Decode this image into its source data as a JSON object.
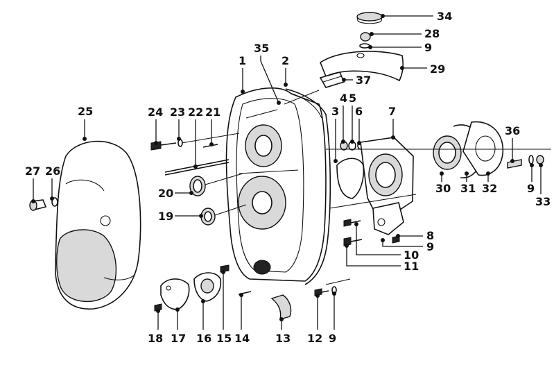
{
  "callouts": [
    {
      "id": "c34",
      "text": "34"
    },
    {
      "id": "c28",
      "text": "28"
    },
    {
      "id": "c9a",
      "text": "9"
    },
    {
      "id": "c29",
      "text": "29"
    },
    {
      "id": "c35",
      "text": "35"
    },
    {
      "id": "c1",
      "text": "1"
    },
    {
      "id": "c2",
      "text": "2"
    },
    {
      "id": "c37",
      "text": "37"
    },
    {
      "id": "c25",
      "text": "25"
    },
    {
      "id": "c24",
      "text": "24"
    },
    {
      "id": "c23",
      "text": "23"
    },
    {
      "id": "c22",
      "text": "22"
    },
    {
      "id": "c21",
      "text": "21"
    },
    {
      "id": "c4",
      "text": "4"
    },
    {
      "id": "c5",
      "text": "5"
    },
    {
      "id": "c3",
      "text": "3"
    },
    {
      "id": "c6",
      "text": "6"
    },
    {
      "id": "c7",
      "text": "7"
    },
    {
      "id": "c36",
      "text": "36"
    },
    {
      "id": "c27",
      "text": "27"
    },
    {
      "id": "c26",
      "text": "26"
    },
    {
      "id": "c20",
      "text": "20"
    },
    {
      "id": "c30",
      "text": "30"
    },
    {
      "id": "c31",
      "text": "31"
    },
    {
      "id": "c32",
      "text": "32"
    },
    {
      "id": "c9b",
      "text": "9"
    },
    {
      "id": "c33",
      "text": "33"
    },
    {
      "id": "c19",
      "text": "19"
    },
    {
      "id": "c8",
      "text": "8"
    },
    {
      "id": "c9c",
      "text": "9"
    },
    {
      "id": "c10",
      "text": "10"
    },
    {
      "id": "c11",
      "text": "11"
    },
    {
      "id": "c18",
      "text": "18"
    },
    {
      "id": "c17",
      "text": "17"
    },
    {
      "id": "c16",
      "text": "16"
    },
    {
      "id": "c15",
      "text": "15"
    },
    {
      "id": "c14",
      "text": "14"
    },
    {
      "id": "c13",
      "text": "13"
    },
    {
      "id": "c12",
      "text": "12"
    },
    {
      "id": "c9d",
      "text": "9"
    }
  ]
}
